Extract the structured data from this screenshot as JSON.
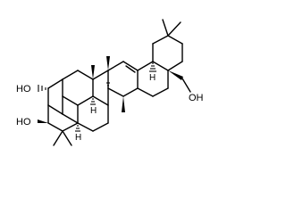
{
  "molecule": {
    "labels": {
      "ho_top": "HO",
      "ho_bottom": "HO",
      "oh_right": "OH",
      "h_9": "H",
      "h_18": "H",
      "h_5": "H"
    }
  }
}
